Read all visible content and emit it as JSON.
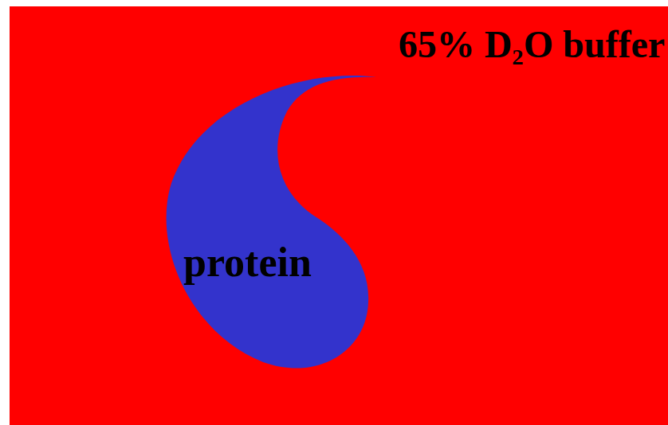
{
  "diagram": {
    "nodes": [
      {
        "text": [
          "65% D₂O buffer"
        ]
      },
      {
        "text": [
          "protein"
        ],
        "in": 0
      }
    ]
  }
}
